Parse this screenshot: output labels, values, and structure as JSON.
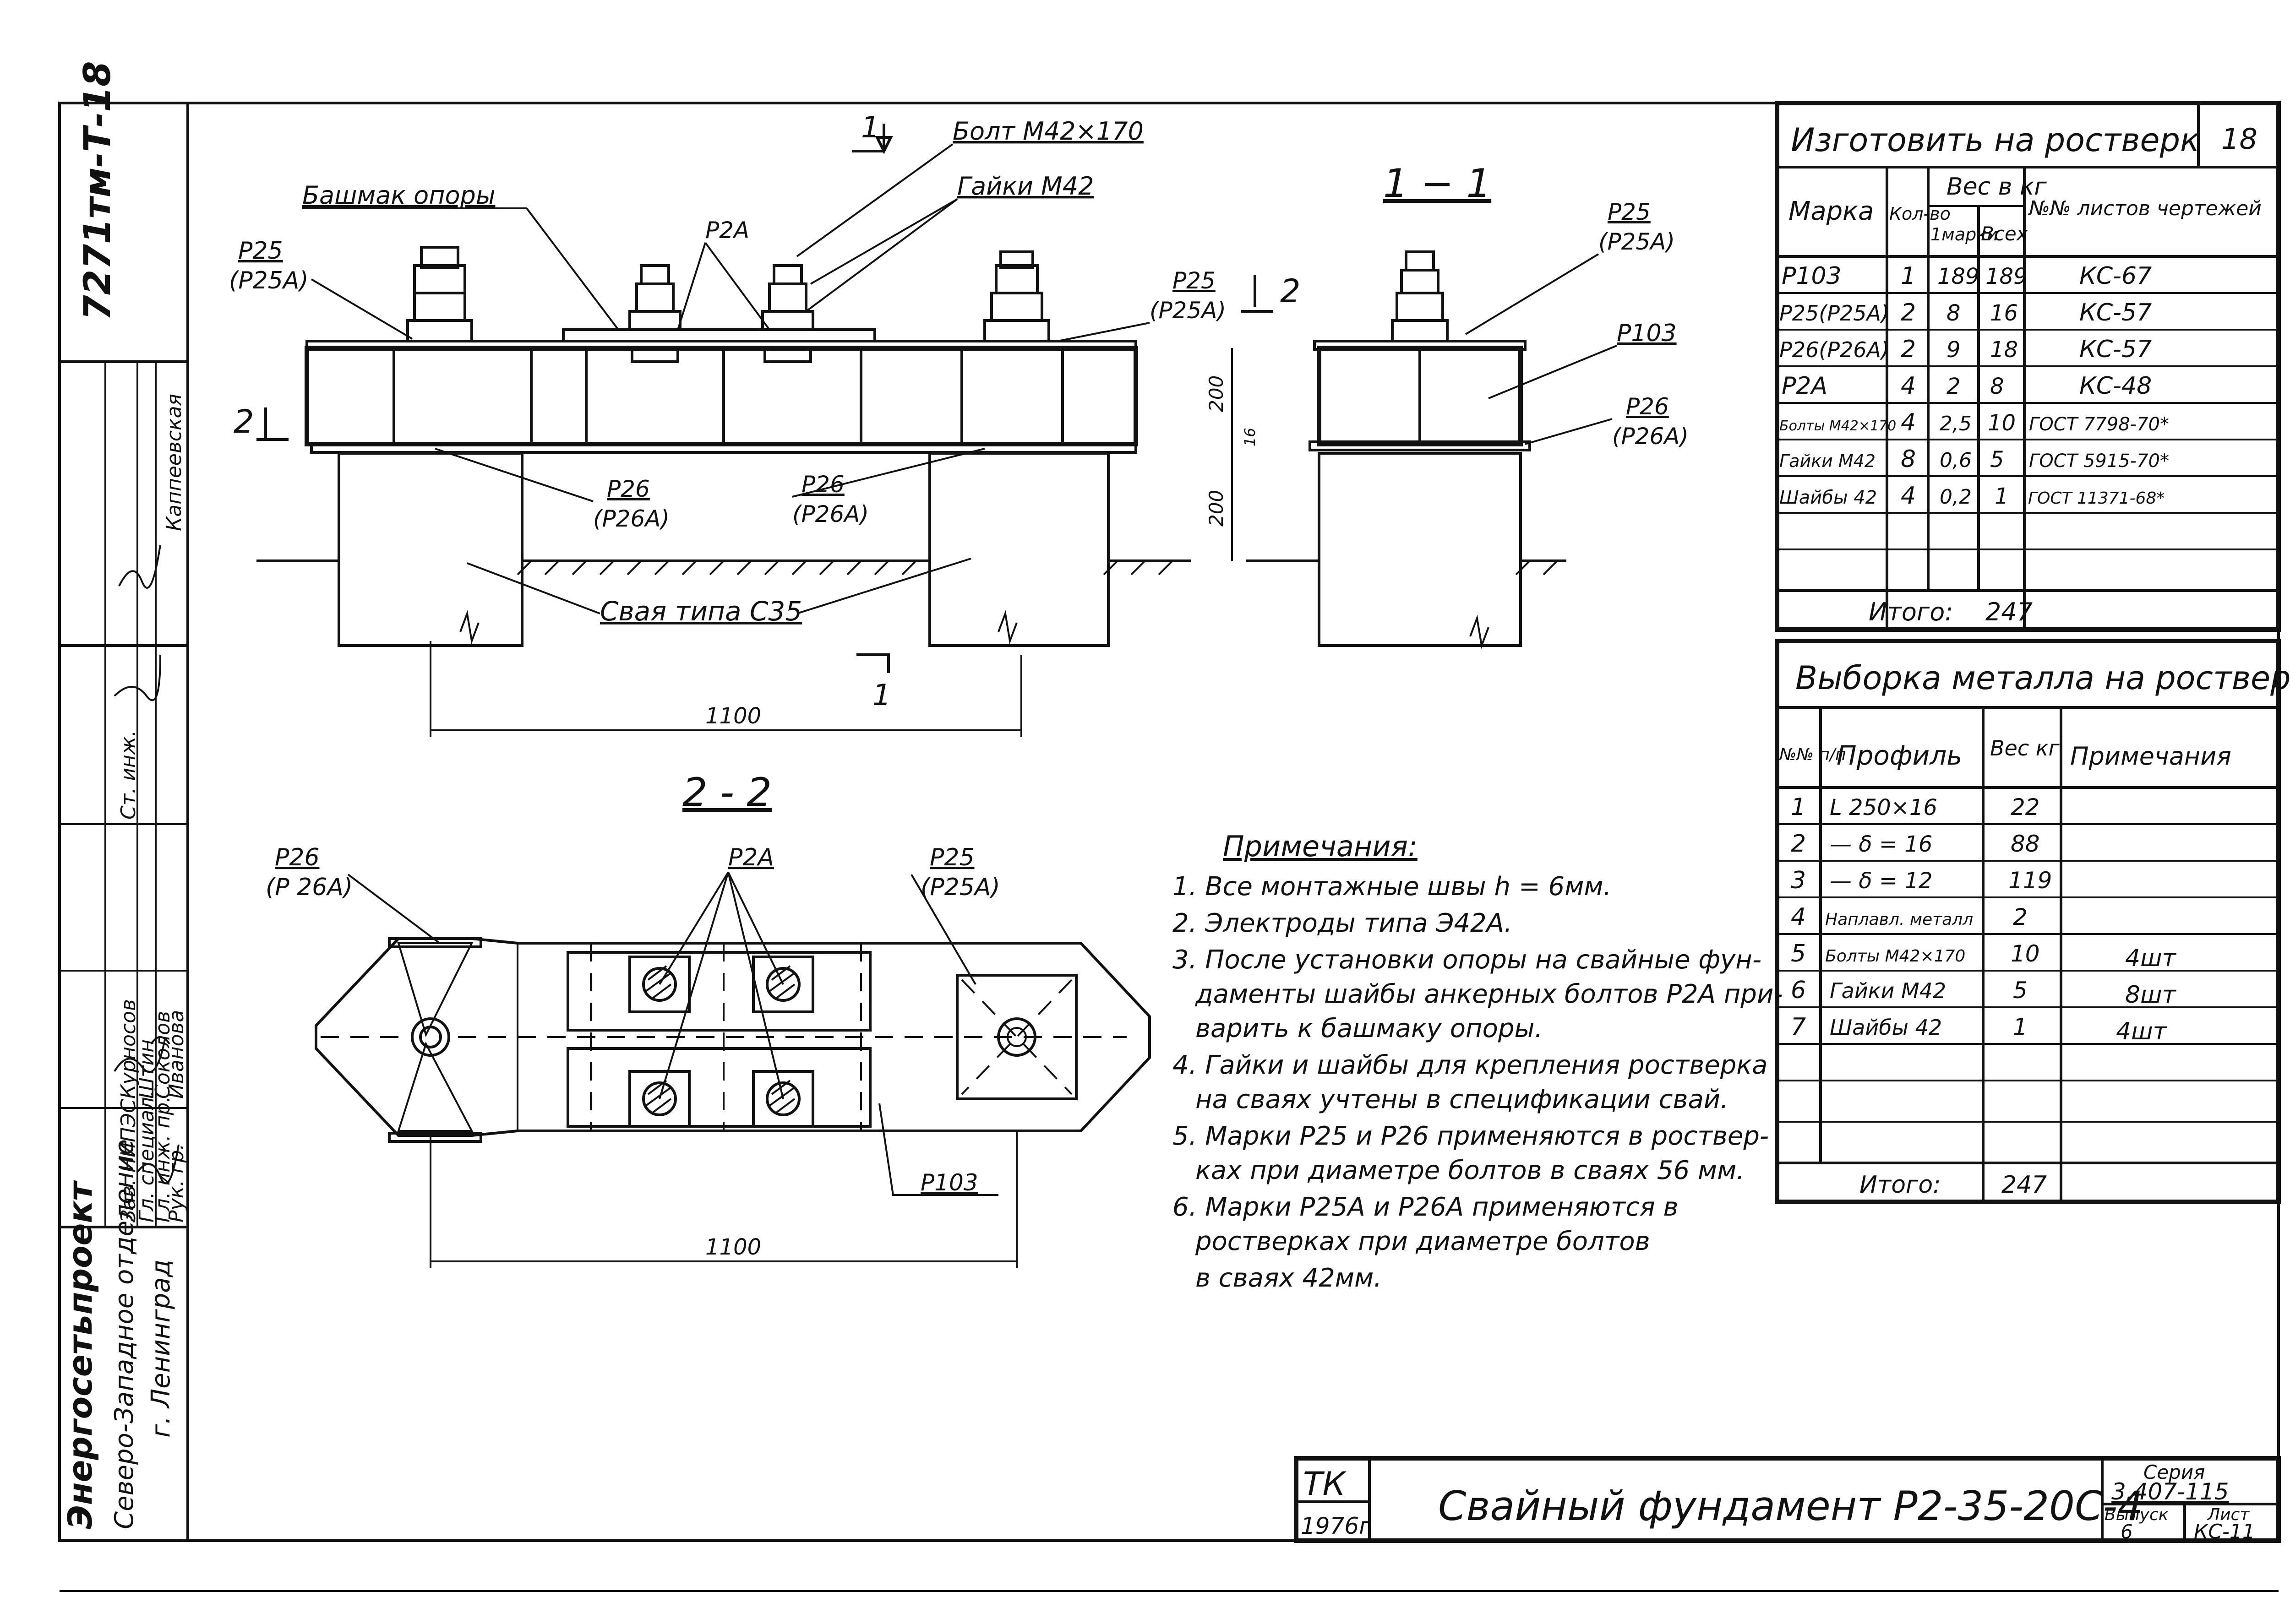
{
  "stamp_vertical": {
    "code": "7271тм-Т-18",
    "org": "Энергосетьпроект",
    "branch": "Северо-Западное отделение",
    "city": "г. Ленинград",
    "roles": [
      {
        "role": "Рук. гр.",
        "name": "Иванова"
      },
      {
        "role": "Гл. инж. пр.",
        "name": "Соколов"
      },
      {
        "role": "Гл. специал.",
        "name": "Штин"
      },
      {
        "role": "Зав. НИПЭС",
        "name": "Курносов"
      },
      {
        "role": "Ст. инж.",
        "name": ""
      },
      {
        "role": "",
        "name": "Каппеевская"
      }
    ]
  },
  "view_main": {
    "bolt": "Болт М42×170",
    "nuts": "Гайки М42",
    "shoe": "Башмак опоры",
    "p25": "Р25",
    "p25a": "(Р25А)",
    "p2a": "Р2А",
    "p26": "Р26",
    "p26a": "(Р26А)",
    "pile": "Свая типа С35",
    "dim_1100": "1100",
    "dim_200a": "200",
    "dim_200b": "200",
    "dim_16": "16",
    "sec1": "1",
    "sec2": "2"
  },
  "view_side": {
    "title": "1 − 1",
    "p25": "Р25",
    "p25a": "(Р25А)",
    "p103": "Р103",
    "p26": "Р26",
    "p26a": "(Р26А)"
  },
  "view_plan": {
    "title": "2 - 2",
    "p26": "Р26",
    "p26a": "(Р 26А)",
    "p2a": "Р2А",
    "p25": "Р25",
    "p25a": "(Р25А)",
    "p103": "Р103",
    "dim_1100": "1100"
  },
  "notes": {
    "heading": "Примечания:",
    "lines": [
      "1. Все монтажные швы h = 6мм.",
      "2. Электроды типа Э42А.",
      "3. После установки опоры на свайные фун-",
      "даменты шайбы анкерных болтов Р2А при-",
      "варить к башмаку опоры.",
      "4. Гайки и шайбы для крепления ростверка",
      "на сваях учтены в спецификации свай.",
      "5. Марки Р25 и Р26 применяются в роствер-",
      "ках при диаметре болтов в сваях 56 мм.",
      "6. Марки Р25А и Р26А применяются в",
      "ростверках при диаметре болтов",
      "в сваях 42мм."
    ]
  },
  "table_make": {
    "title": "Изготовить на ростверк",
    "count": "18",
    "headers": [
      "Марка",
      "Кол-во",
      "Вес в кг",
      "1марки",
      "Всех",
      "№№ листов чертежей"
    ],
    "rows": [
      [
        "Р103",
        "1",
        "189",
        "189",
        "КС-67"
      ],
      [
        "Р25(Р25А)",
        "2",
        "8",
        "16",
        "КС-57"
      ],
      [
        "Р26(Р26А)",
        "2",
        "9",
        "18",
        "КС-57"
      ],
      [
        "Р2А",
        "4",
        "2",
        "8",
        "КС-48"
      ],
      [
        "Болты М42×170",
        "4",
        "2,5",
        "10",
        "ГОСТ 7798-70*"
      ],
      [
        "Гайки М42",
        "8",
        "0,6",
        "5",
        "ГОСТ 5915-70*"
      ],
      [
        "Шайбы 42",
        "4",
        "0,2",
        "1",
        "ГОСТ 11371-68*"
      ]
    ],
    "total_label": "Итого:",
    "total": "247"
  },
  "table_metal": {
    "title": "Выборка металла на ростверк",
    "headers": [
      "№№ п/п",
      "Профиль",
      "Вес кг",
      "Примечания"
    ],
    "rows": [
      [
        "1",
        "L 250×16",
        "22",
        ""
      ],
      [
        "2",
        "— δ = 16",
        "88",
        ""
      ],
      [
        "3",
        "— δ = 12",
        "119",
        ""
      ],
      [
        "4",
        "Наплавл. металл",
        "2",
        ""
      ],
      [
        "5",
        "Болты М42×170",
        "10",
        "4шт"
      ],
      [
        "6",
        "Гайки М42",
        "5",
        "8шт"
      ],
      [
        "7",
        "Шайбы 42",
        "1",
        "4шт"
      ]
    ],
    "total_label": "Итого:",
    "total": "247"
  },
  "title_block": {
    "tk": "ТК",
    "year": "1976г",
    "title": "Свайный фундамент Р2-35-20С-4",
    "series_label": "Серия",
    "series": "3.407-115",
    "issue_label": "Выпуск",
    "issue": "6",
    "sheet_label": "Лист",
    "sheet": "КС-11"
  }
}
